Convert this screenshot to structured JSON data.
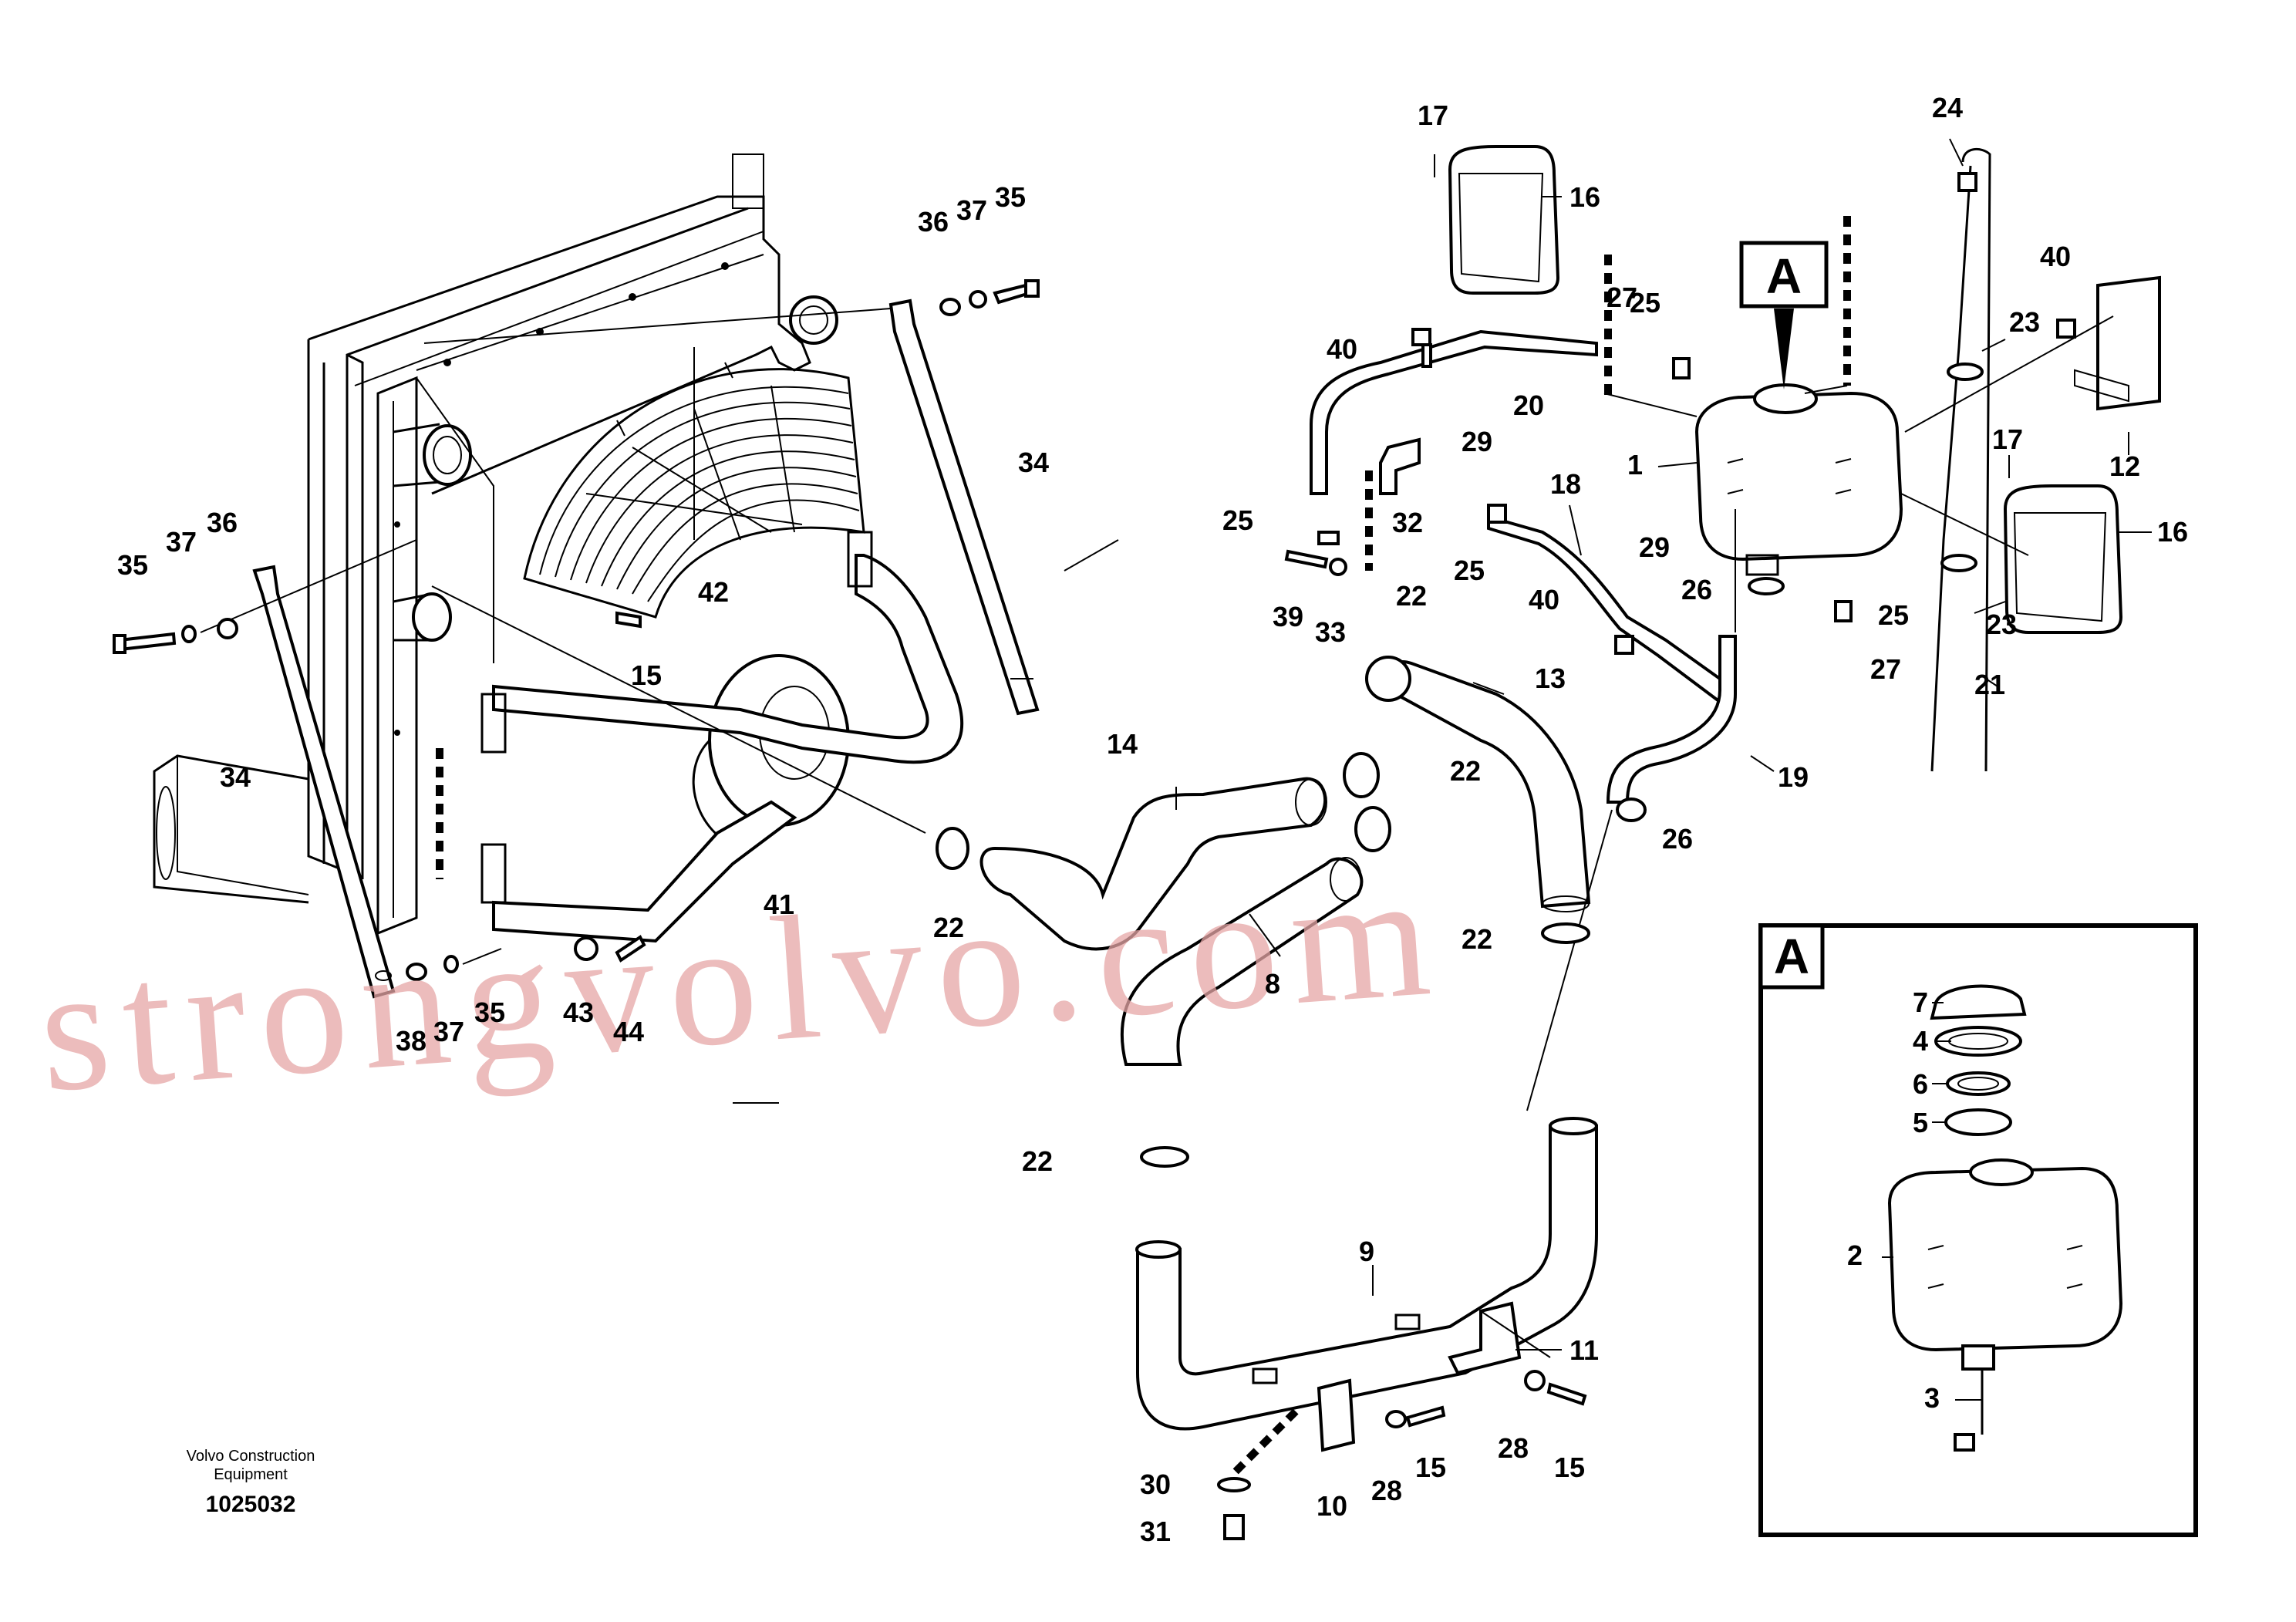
{
  "publisher_lines": [
    "Volvo Construction",
    "Equipment"
  ],
  "document_number": "1025032",
  "watermark": "strongvolvo.com",
  "detail_marker": "A",
  "detail_box_label": "A",
  "callouts": {
    "c1": "1",
    "c2": "2",
    "c3": "3",
    "c4": "4",
    "c5": "5",
    "c6": "6",
    "c7": "7",
    "c8": "8",
    "c9": "9",
    "c10": "10",
    "c11": "11",
    "c12": "12",
    "c13": "13",
    "c14": "14",
    "c15a": "15",
    "c15b": "15",
    "c15c": "15",
    "c16a": "16",
    "c16b": "16",
    "c17a": "17",
    "c17b": "17",
    "c18": "18",
    "c19": "19",
    "c20": "20",
    "c21": "21",
    "c22a": "22",
    "c22b": "22",
    "c22c": "22",
    "c22d": "22",
    "c22e": "22",
    "c23a": "23",
    "c23b": "23",
    "c24": "24",
    "c25a": "25",
    "c25b": "25",
    "c25c": "25",
    "c25d": "25",
    "c26a": "26",
    "c26b": "26",
    "c27a": "27",
    "c27b": "27",
    "c28a": "28",
    "c28b": "28",
    "c29a": "29",
    "c29b": "29",
    "c30": "30",
    "c31": "31",
    "c32": "32",
    "c33": "33",
    "c34a": "34",
    "c34b": "34",
    "c35a": "35",
    "c35b": "35",
    "c35c": "35",
    "c36a": "36",
    "c36b": "36",
    "c37a": "37",
    "c37b": "37",
    "c37c": "37",
    "c38": "38",
    "c39": "39",
    "c40a": "40",
    "c40b": "40",
    "c40c": "40",
    "c41": "41",
    "c42": "42",
    "c43": "43",
    "c44": "44"
  }
}
